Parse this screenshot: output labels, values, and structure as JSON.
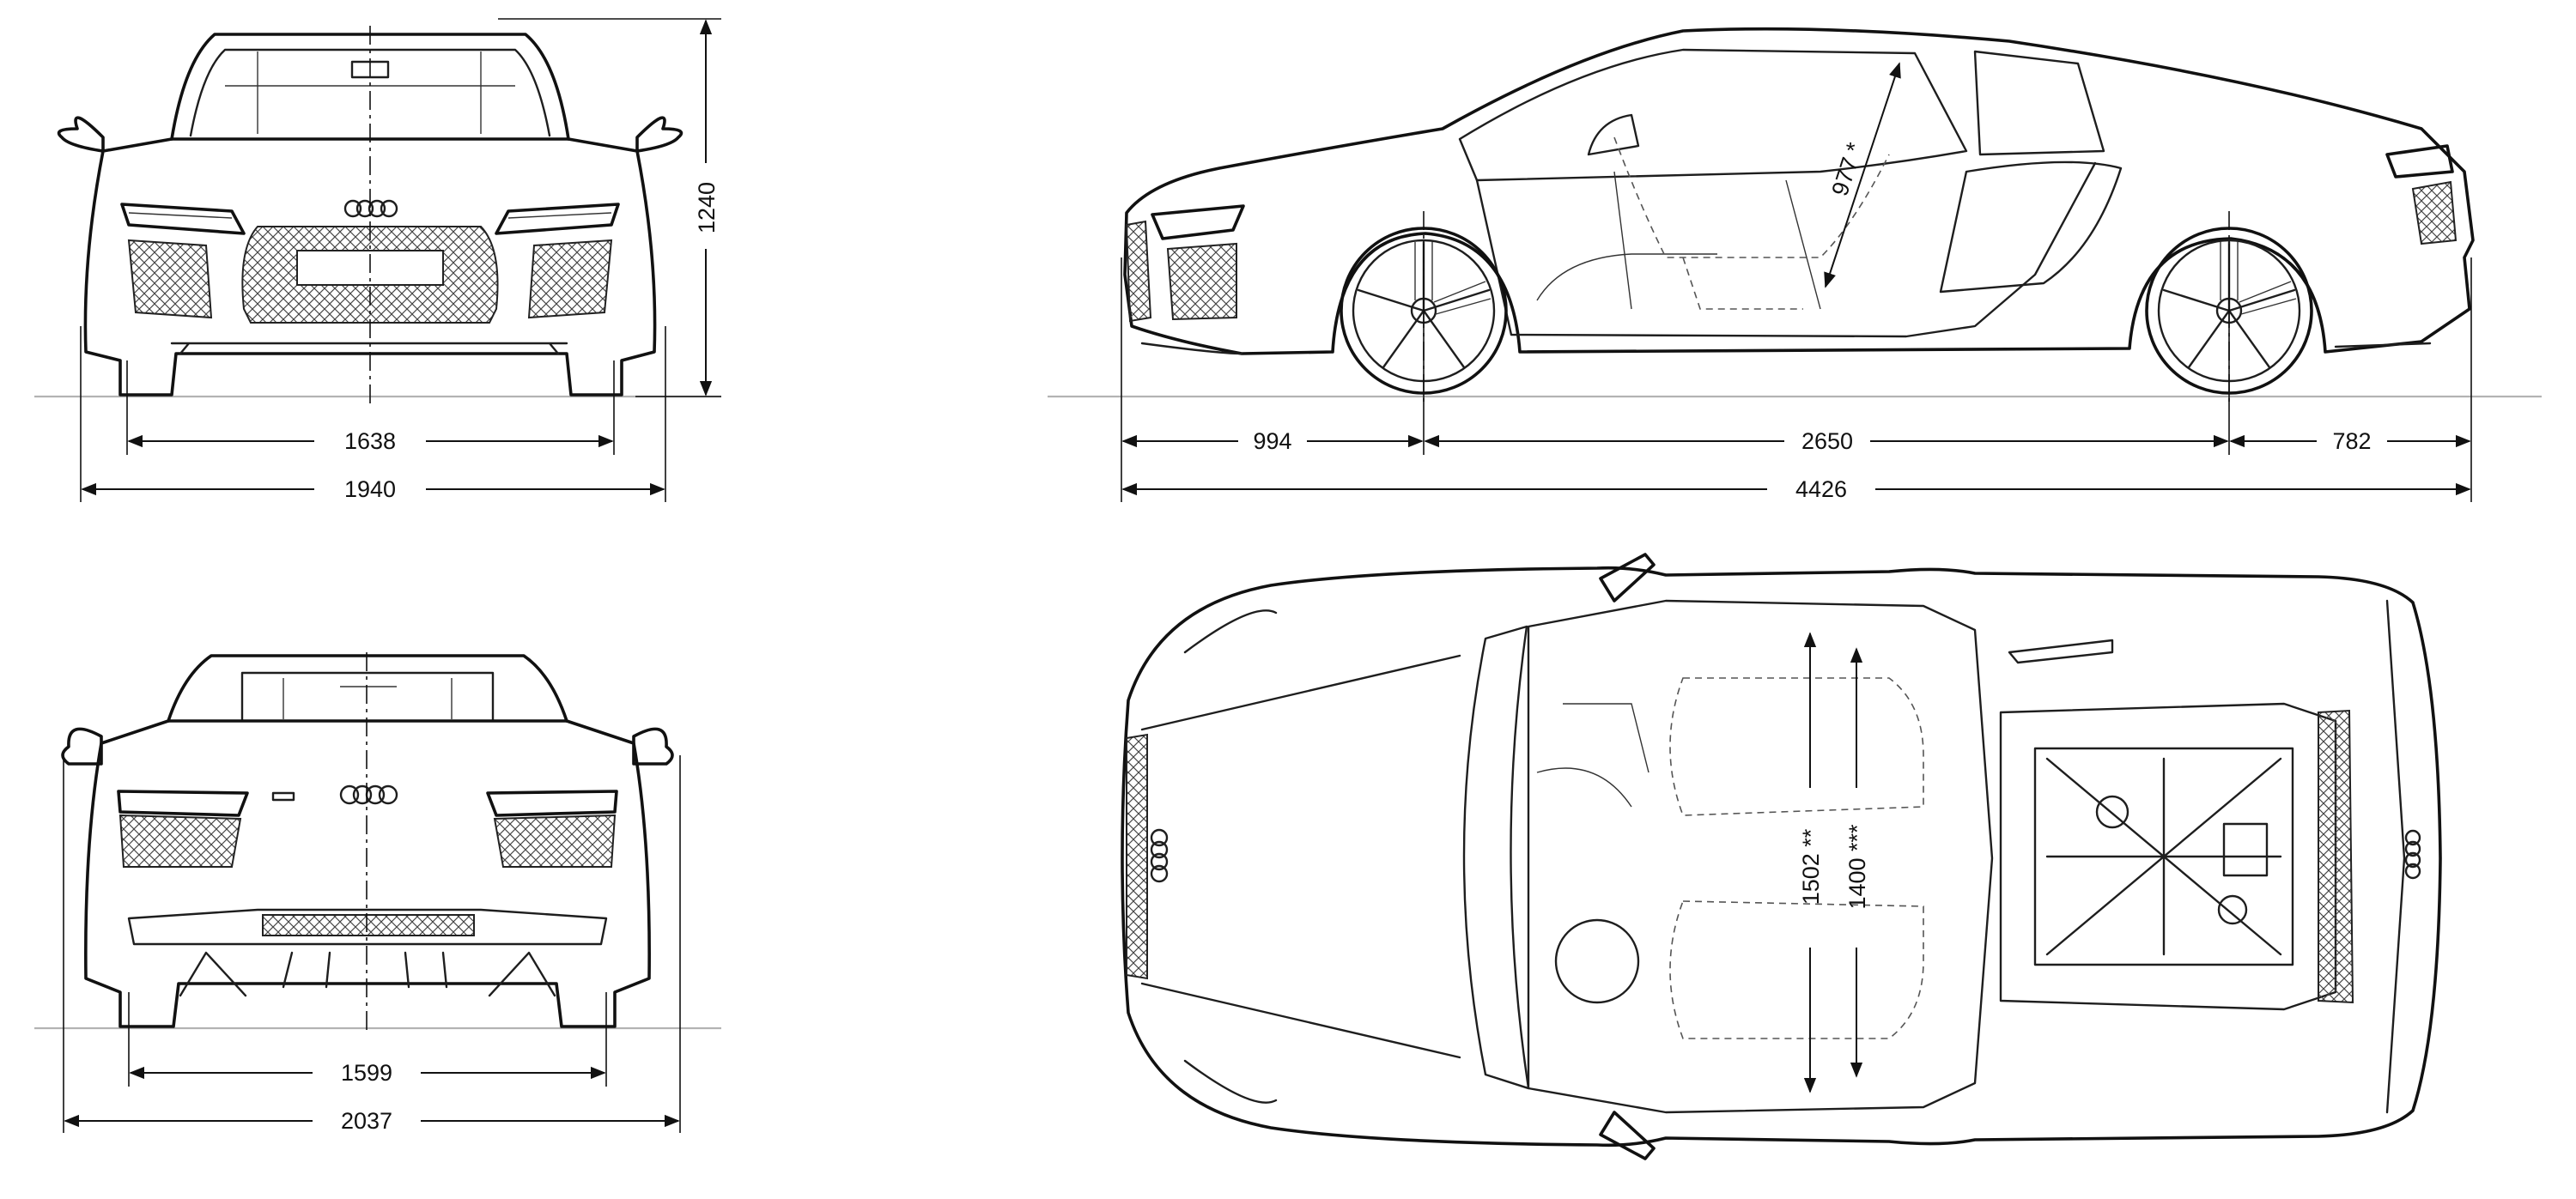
{
  "views": {
    "front": "front view",
    "rear": "rear view",
    "side": "side view",
    "top": "top view"
  },
  "dimensions": {
    "front_track": "1638",
    "overall_width": "1940",
    "overall_height": "1240",
    "rear_track": "1599",
    "width_with_mirrors": "2037",
    "front_overhang": "994",
    "wheelbase": "2650",
    "rear_overhang": "782",
    "overall_length": "4426",
    "door_opening": "977 *",
    "headroom_front": "1502 **",
    "headroom_rear": "1400 ***"
  },
  "colors": {
    "line": "#1e1e1e",
    "ground": "#b3b3b3",
    "background": "#ffffff"
  },
  "badges": {
    "logo": "four-rings-logo"
  }
}
